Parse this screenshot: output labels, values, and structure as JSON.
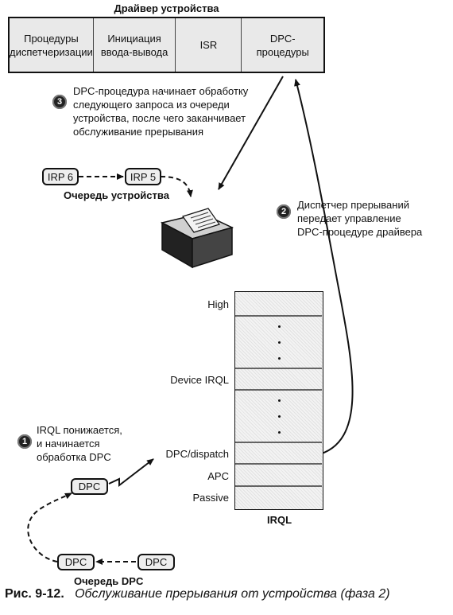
{
  "driver": {
    "title": "Драйвер устройства",
    "cells": [
      {
        "line1": "Процедуры",
        "line2": "диспетчеризации"
      },
      {
        "line1": "Инициация",
        "line2": "ввода-вывода"
      },
      {
        "line1": "ISR",
        "line2": ""
      },
      {
        "line1": "DPC-",
        "line2": "процедуры"
      }
    ]
  },
  "step3": {
    "number": "3",
    "lines": [
      "DPC-процедура начинает обработку",
      "следующего запроса из очереди",
      "устройства, после чего заканчивает",
      "обслуживание прерывания"
    ]
  },
  "device_queue": {
    "items": [
      "IRP 6",
      "IRP 5"
    ],
    "label": "Очередь устройства"
  },
  "step2": {
    "number": "2",
    "lines": [
      "Диспетчер прерываний",
      "передает управление",
      "DPC-процедуре драйвера"
    ]
  },
  "irql": {
    "levels": [
      "High",
      "Device IRQL",
      "DPC/dispatch",
      "APC",
      "Passive"
    ],
    "label": "IRQL"
  },
  "step1": {
    "number": "1",
    "lines": [
      "IRQL понижается,",
      "и начинается",
      "обработка DPC"
    ]
  },
  "dpc": {
    "active": "DPC",
    "queue_items": [
      "DPC",
      "DPC"
    ],
    "queue_label": "Очередь DPC"
  },
  "caption": {
    "figure": "Рис. 9-12.",
    "text": "Обслуживание прерывания от устройства (фаза 2)"
  }
}
